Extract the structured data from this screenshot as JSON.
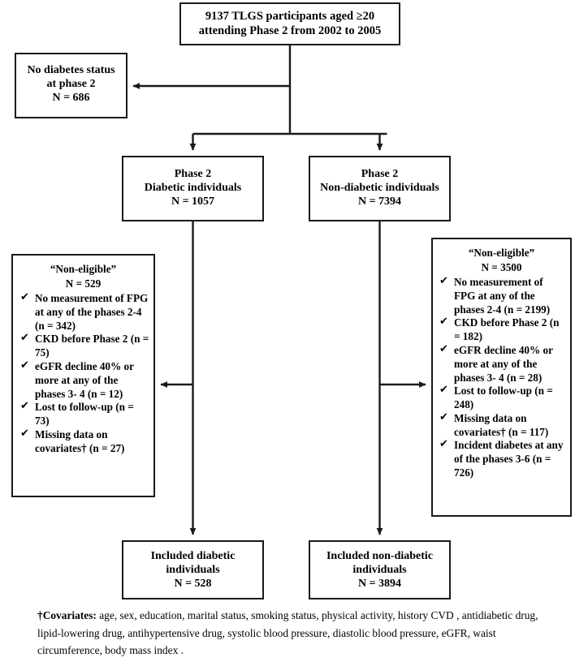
{
  "figure": {
    "type": "flowchart",
    "title": "TLGS participant selection flow diagram"
  },
  "nodes": {
    "top": {
      "line1": "9137 TLGS participants aged ≥20",
      "line2": "attending Phase 2 from 2002 to 2005"
    },
    "no_status": {
      "line1": "No diabetes status",
      "line2": "at phase 2",
      "line3": "N = 686"
    },
    "phase2_diabetic": {
      "line1": "Phase 2",
      "line2": "Diabetic individuals",
      "line3": "N = 1057"
    },
    "phase2_nondiabetic": {
      "line1": "Phase 2",
      "line2": "Non-diabetic individuals",
      "line3": "N = 7394"
    },
    "noneligible_left": {
      "heading1": "“Non-eligible”",
      "heading2": "N = 529",
      "items": [
        "No measurement of FPG at any of the phases 2-4 (n = 342)",
        "CKD before Phase 2 (n = 75)",
        "eGFR decline 40% or more at any of the phases 3- 4 (n = 12)",
        "Lost to follow-up (n = 73)",
        "Missing data on covariates† (n = 27)"
      ]
    },
    "noneligible_right": {
      "heading1": "“Non-eligible”",
      "heading2": "N = 3500",
      "items": [
        "No measurement of FPG at any of the phases 2-4 (n = 2199)",
        "CKD before Phase 2 (n = 182)",
        "eGFR decline 40% or more at any of the phases 3- 4 (n = 28)",
        "Lost to follow-up (n = 248)",
        "Missing data on covariates† (n = 117)",
        "Incident diabetes at any of the phases 3-6 (n = 726)"
      ]
    },
    "included_diabetic": {
      "line1": "Included diabetic",
      "line2": "individuals",
      "line3": "N = 528"
    },
    "included_nondiabetic": {
      "line1": "Included non-diabetic",
      "line2": "individuals",
      "line3": "N = 3894"
    }
  },
  "footnote": {
    "label": "†Covariates:",
    "text": " age, sex, education, marital status, smoking status, physical activity, history CVD , antidiabetic drug, lipid-lowering drug, antihypertensive drug, systolic blood pressure, diastolic blood pressure, eGFR, waist circumference, body mass index ."
  },
  "icons": {
    "check": "✔"
  },
  "colors": {
    "stroke": "#1a1a1a",
    "background": "#ffffff",
    "text": "#000000"
  }
}
